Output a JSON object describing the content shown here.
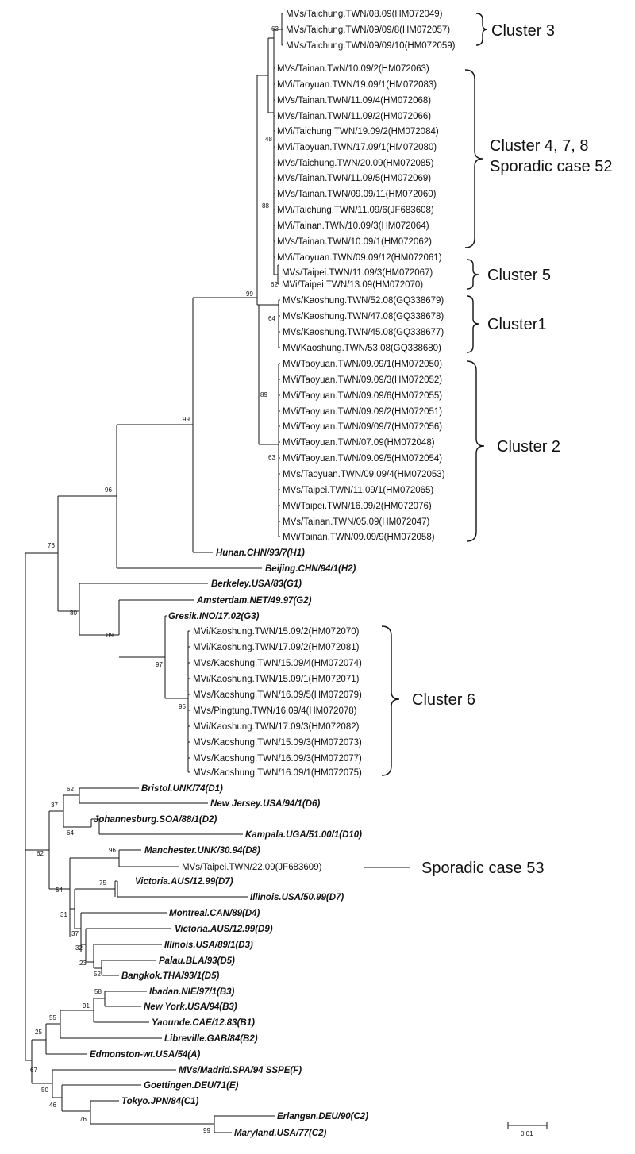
{
  "clusters": {
    "c3": "Cluster 3",
    "c478_line1": "Cluster 4, 7, 8",
    "c478_line2": "Sporadic case 52",
    "c5": "Cluster 5",
    "c1": "Cluster1",
    "c2": "Cluster 2",
    "c6": "Cluster 6",
    "s53": "Sporadic case 53"
  },
  "scale_bar": "0.01",
  "bootstrap": {
    "b63a": "63",
    "b48": "48",
    "b88": "88",
    "b62a": "62",
    "b99a": "99",
    "b64a": "64",
    "b89a": "89",
    "b63b": "63",
    "b99b": "99",
    "b96a": "96",
    "b76a": "76",
    "b80": "80",
    "b89b": "89",
    "b97": "97",
    "b95": "95",
    "b62b": "62",
    "b37a": "37",
    "b64b": "64",
    "b62c": "62",
    "b96b": "96",
    "b54": "54",
    "b75": "75",
    "b31": "31",
    "b37b": "37",
    "b32": "32",
    "b23": "23",
    "b52": "52",
    "b58": "58",
    "b91": "91",
    "b55": "55",
    "b25": "25",
    "b67": "67",
    "b50": "50",
    "b46": "46",
    "b76b": "76",
    "b99c": "99"
  },
  "taxa": {
    "t1": "MVs/Taichung.TWN/08.09(HM072049)",
    "t2": "MVs/Taichung.TWN/09/09/8(HM072057)",
    "t3": "MVs/Taichung.TWN/09/09/10(HM072059)",
    "t4": "MVs/Tainan.TwN/10.09/2(HM072063)",
    "t5": "MVi/Taoyuan.TWN/19.09/1(HM072083)",
    "t6": "MVs/Tainan.TWN/11.09/4(HM072068)",
    "t7": "MVs/Tainan.TWN/11.09/2(HM072066)",
    "t8": "MVi/Taichung.TWN/19.09/2(HM072084)",
    "t9": "MVi/Taoyuan.TWN/17.09/1(HM072080)",
    "t10": "MVs/Taichung.TWN/20.09(HM072085)",
    "t11": "MVs/Tainan.TWN/11.09/5(HM072069)",
    "t12": "MVs/Tainan.TWN/09.09/11(HM072060)",
    "t13": "MVi/Taichung.TWN/11.09/6(JF683608)",
    "t14": "MVi/Tainan.TWN/10.09/3(HM072064)",
    "t15": "MVs/Tainan.TWN/10.09/1(HM072062)",
    "t16": "MVi/Taoyuan.TWN/09.09/12(HM072061)",
    "t17": "MVs/Taipei.TWN/11.09/3(HM072067)",
    "t18": "MVi/Taipei.TWN/13.09(HM072070)",
    "t19": "MVs/Kaoshung.TWN/52.08(GQ338679)",
    "t20": "MVs/Kaoshung.TWN/47.08(GQ338678)",
    "t21": "MVs/Kaoshung.TWN/45.08(GQ338677)",
    "t22": "MVi/Kaoshung.TWN/53.08(GQ338680)",
    "t23": "MVi/Taoyuan.TWN/09.09/1(HM072050)",
    "t24": "MVi/Taoyuan.TWN/09.09/3(HM072052)",
    "t25": "MVi/Taoyuan.TWN/09.09/6(HM072055)",
    "t26": "MVi/Taoyuan.TWN/09.09/2(HM072051)",
    "t27": "MVi/Taoyuan.TWN/09/09/7(HM072056)",
    "t28": "MVi/Taoyuan.TWN/07.09(HM072048)",
    "t29": "MVi/Taoyuan.TWN/09.09/5(HM072054)",
    "t30": "MVs/Taoyuan.TWN/09.09/4(HM072053)",
    "t31": "MVs/Taipei.TWN/11.09/1(HM072065)",
    "t32": "MVi/Taipei.TWN/16.09/2(HM072076)",
    "t33": "MVs/Tainan.TWN/05.09(HM072047)",
    "t34": "MVi/Tainan.TWN/09.09/9(HM072058)",
    "t35": "Hunan.CHN/93/7(H1)",
    "t36": "Beijing.CHN/94/1(H2)",
    "t37": "Berkeley.USA/83(G1)",
    "t38": "Amsterdam.NET/49.97(G2)",
    "t39": "Gresik.INO/17.02(G3)",
    "t40": "MVi/Kaoshung.TWN/15.09/2(HM072070)",
    "t41": "MVi/Kaoshung.TWN/17.09/2(HM072081)",
    "t42": "MVs/Kaoshung.TWN/15.09/4(HM072074)",
    "t43": "MVi/Kaoshung.TWN/15.09/1(HM072071)",
    "t44": "MVs/Kaoshung.TWN/16.09/5(HM072079)",
    "t45": "MVs/Pingtung.TWN/16.09/4(HM072078)",
    "t46": "MVi/Kaoshung.TWN/17.09/3(HM072082)",
    "t47": "MVs/Kaoshung.TWN/15.09/3(HM072073)",
    "t48": "MVs/Kaoshung.TWN/16.09/3(HM072077)",
    "t49": "MVs/Kaoshung.TWN/16.09/1(HM072075)",
    "t50": "Bristol.UNK/74(D1)",
    "t51": "New Jersey.USA/94/1(D6)",
    "t52": "Johannesburg.SOA/88/1(D2)",
    "t53": "Kampala.UGA/51.00/1(D10)",
    "t54": "Manchester.UNK/30.94(D8)",
    "t55": "MVs/Taipei.TWN/22.09(JF683609)",
    "t56": "Victoria.AUS/12.99(D7)",
    "t57": "Illinois.USA/50.99(D7)",
    "t58": "Montreal.CAN/89(D4)",
    "t59": "Victoria.AUS/12.99(D9)",
    "t60": "Illinois.USA/89/1(D3)",
    "t61": "Palau.BLA/93(D5)",
    "t62": "Bangkok.THA/93/1(D5)",
    "t63": "Ibadan.NIE/97/1(B3)",
    "t64": "New York.USA/94(B3)",
    "t65": "Yaounde.CAE/12.83(B1)",
    "t66": "Libreville.GAB/84(B2)",
    "t67": "Edmonston-wt.USA/54(A)",
    "t68": "MVs/Madrid.SPA/94 SSPE(F)",
    "t69": "Goettingen.DEU/71(E)",
    "t70": "Tokyo.JPN/84(C1)",
    "t71": "Erlangen.DEU/90(C2)",
    "t72": "Maryland.USA/77(C2)"
  }
}
